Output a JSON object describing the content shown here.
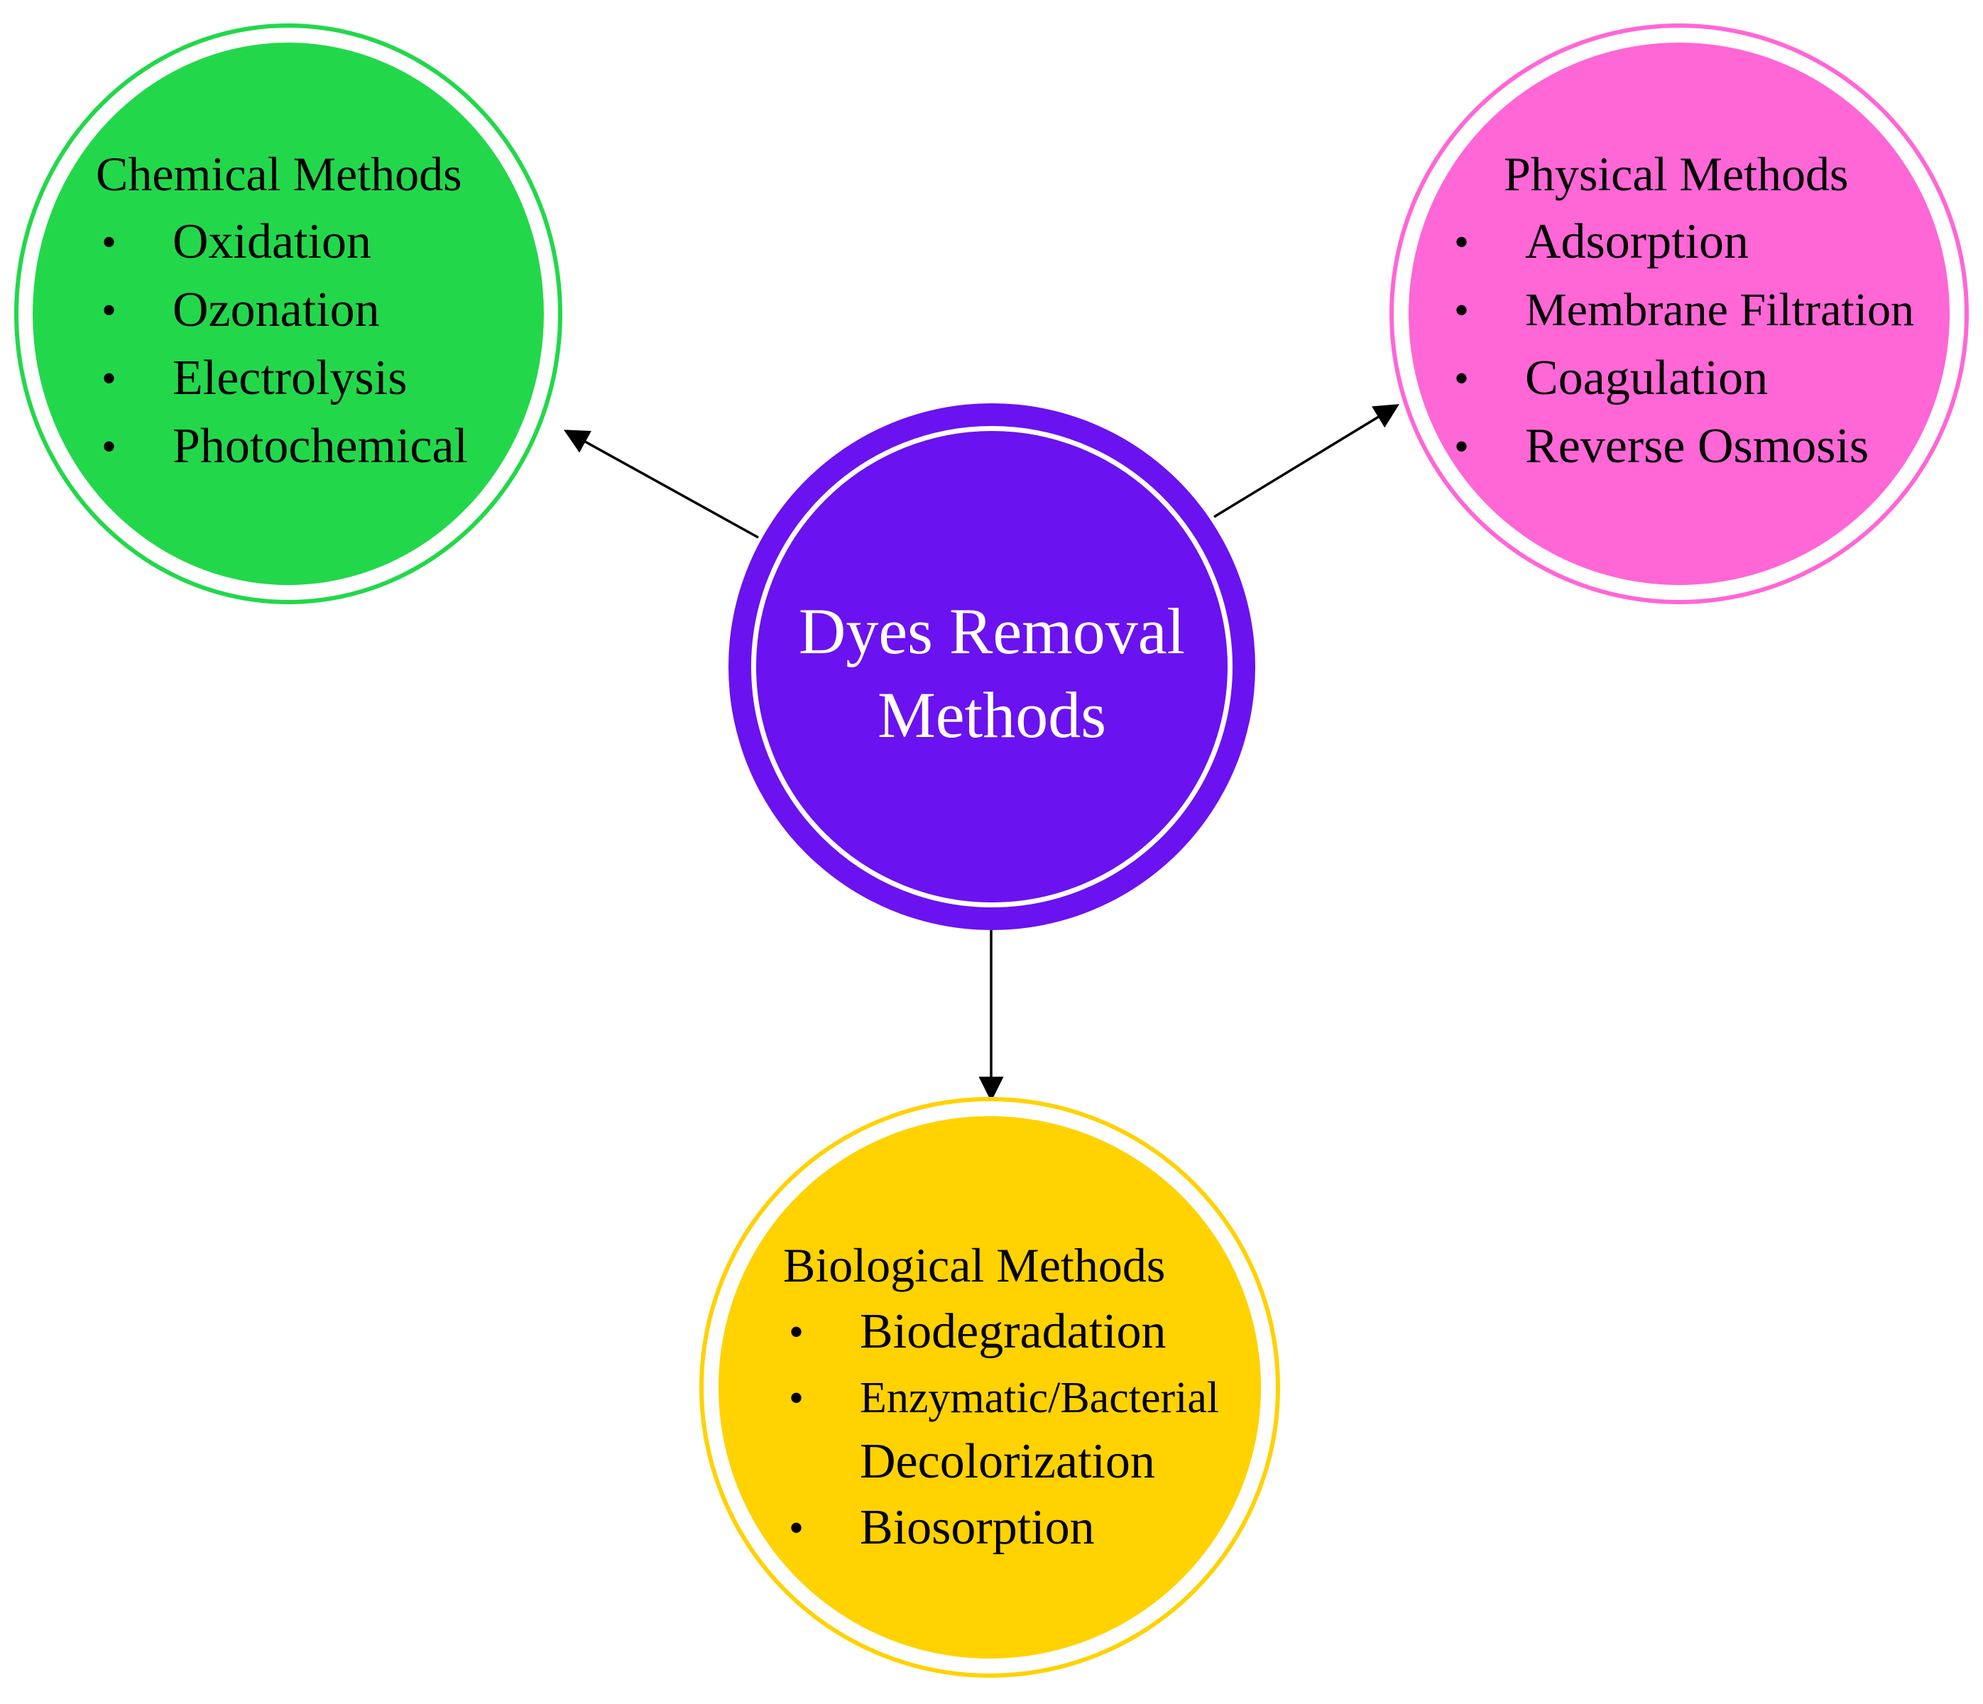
{
  "center": {
    "title_line1": "Dyes Removal",
    "title_line2": "Methods",
    "color": "#6a12f0"
  },
  "chemical": {
    "title": "Chemical Methods",
    "items": [
      "Oxidation",
      "Ozonation",
      "Electrolysis",
      "Photochemical"
    ],
    "color": "#22d84a"
  },
  "physical": {
    "title": "Physical Methods",
    "items": [
      "Adsorption",
      "Membrane Filtration",
      "Coagulation",
      "Reverse Osmosis"
    ],
    "color": "#ff66d6"
  },
  "biological": {
    "title": "Biological Methods",
    "items": [
      "Biodegradation",
      "Enzymatic/Bacterial",
      "Decolorization",
      "Biosorption"
    ],
    "color": "#ffd200"
  },
  "bullet": "•"
}
